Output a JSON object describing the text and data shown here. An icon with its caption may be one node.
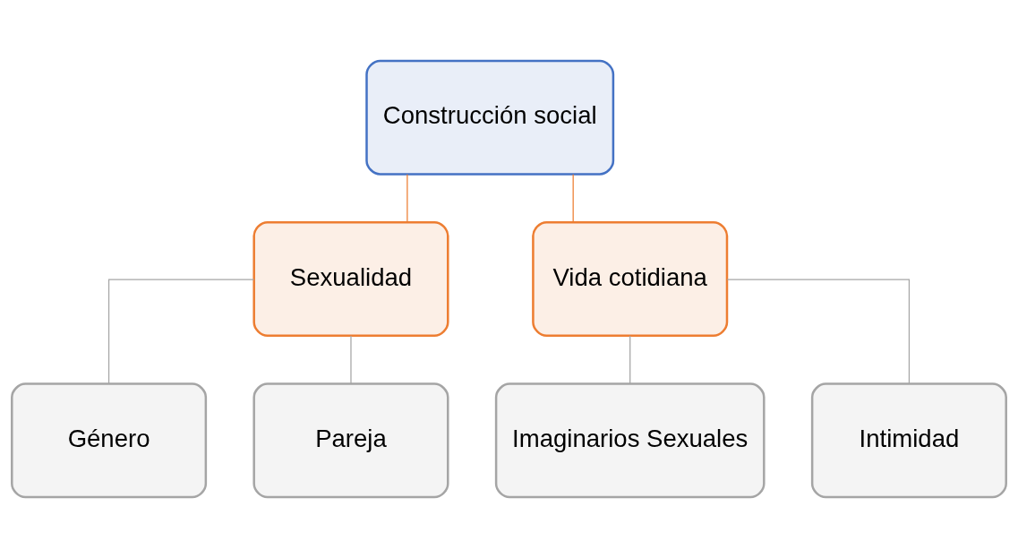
{
  "diagram": {
    "nodes": [
      {
        "text": [
          "Construcción social"
        ]
      },
      {
        "text": [
          "Sexualidad"
        ]
      },
      {
        "text": [
          "Vida cotidiana"
        ]
      },
      {
        "text": [
          "Género"
        ]
      },
      {
        "text": [
          "Pareja"
        ]
      },
      {
        "text": [
          "Imaginarios Sexuales"
        ]
      },
      {
        "text": [
          "Intimidad"
        ]
      }
    ],
    "edges": [
      {
        "from": 0,
        "to": 1,
        "arrow": "none",
        "color": "#ed7d31"
      },
      {
        "from": 0,
        "to": 2,
        "arrow": "none",
        "color": "#ed7d31"
      },
      {
        "from": 1,
        "to": 3,
        "arrow": "none"
      },
      {
        "from": 1,
        "to": 4,
        "arrow": "none"
      },
      {
        "from": 2,
        "to": 5,
        "arrow": "none"
      },
      {
        "from": 2,
        "to": 6,
        "arrow": "none"
      }
    ]
  }
}
